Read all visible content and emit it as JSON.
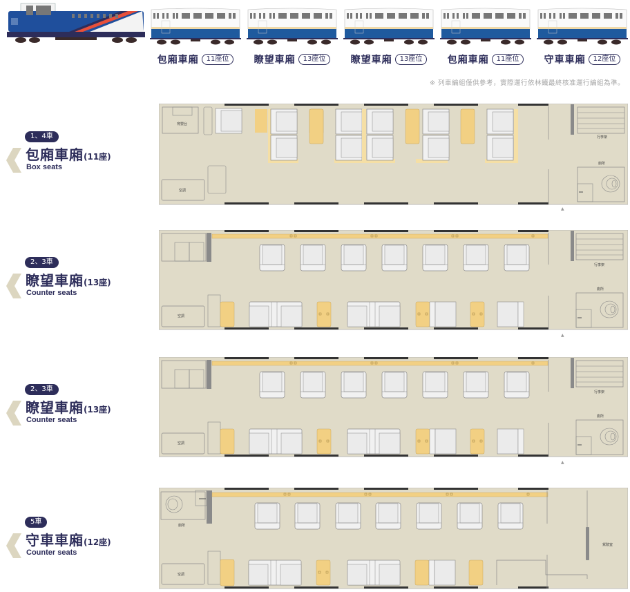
{
  "consist": {
    "locomotive": {
      "name": "locomotive",
      "colors": {
        "body": "#1f4f9c",
        "stripe_red": "#e8503a",
        "stripe_white": "#f3f3f3",
        "frame": "#2d2d5a"
      }
    },
    "cars": [
      {
        "name": "包廂車廂",
        "seats": "11座位"
      },
      {
        "name": "瞭望車廂",
        "seats": "13座位"
      },
      {
        "name": "瞭望車廂",
        "seats": "13座位"
      },
      {
        "name": "包廂車廂",
        "seats": "11座位"
      },
      {
        "name": "守車車廂",
        "seats": "12座位"
      }
    ],
    "footnote": "※ 列車編組僅供參考，實際運行依林鐵最終核准運行編組為準。"
  },
  "sections": [
    {
      "badge": "1、4車",
      "title": "包廂車廂",
      "count": "(11座)",
      "subtitle": "Box seats",
      "labels": {
        "counter": "育嬰台",
        "ac": "空調",
        "luggage": "行李架",
        "toilet": "廁所"
      }
    },
    {
      "badge": "2、3車",
      "title": "瞭望車廂",
      "count": "(13座)",
      "subtitle": "Counter seats",
      "labels": {
        "ac": "空調",
        "luggage": "行李架",
        "toilet": "廁所"
      }
    },
    {
      "badge": "2、3車",
      "title": "瞭望車廂",
      "count": "(13座)",
      "subtitle": "Counter seats",
      "labels": {
        "ac": "空調",
        "luggage": "行李架",
        "toilet": "廁所"
      }
    },
    {
      "badge": "5車",
      "title": "守車車廂",
      "count": "(12座)",
      "subtitle": "Counter seats",
      "labels": {
        "ac": "空調",
        "toilet": "廁所",
        "cab": "駕駛室"
      }
    }
  ],
  "colors": {
    "navy": "#2d2d5a",
    "floor": "#e0dbc8",
    "table": "#f2d083",
    "seat": "#f1f1f1",
    "window": "#333333",
    "chevron": "#dcd6c0",
    "footnote": "#a6a6a6"
  }
}
